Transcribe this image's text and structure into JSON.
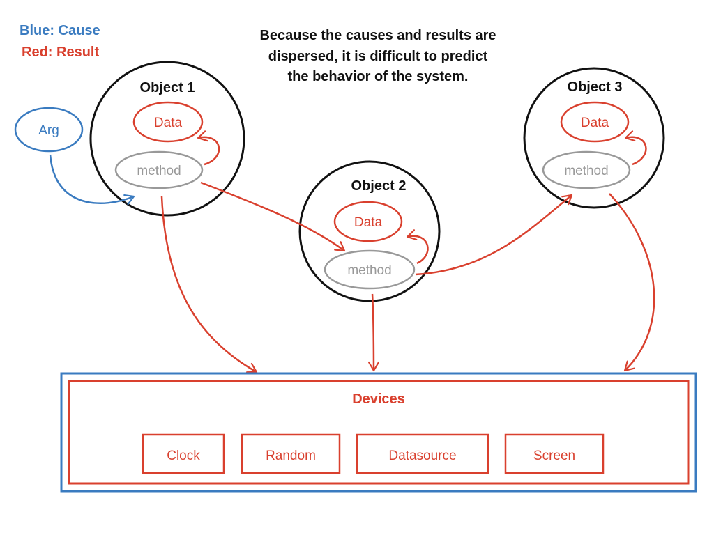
{
  "legend": {
    "cause": "Blue: Cause",
    "result": "Red: Result"
  },
  "caption": {
    "line1": "Because the causes and results are",
    "line2": "dispersed, it is difficult to predict",
    "line3": "the behavior of the system."
  },
  "arg": {
    "label": "Arg"
  },
  "objects": [
    {
      "title": "Object 1",
      "data": "Data",
      "method": "method"
    },
    {
      "title": "Object 2",
      "data": "Data",
      "method": "method"
    },
    {
      "title": "Object 3",
      "data": "Data",
      "method": "method"
    }
  ],
  "devices": {
    "title": "Devices",
    "items": [
      "Clock",
      "Random",
      "Datasource",
      "Screen"
    ]
  },
  "colors": {
    "cause": "#3a7bc0",
    "result": "#d9402e",
    "neutral": "#999999",
    "outline": "#111111"
  }
}
